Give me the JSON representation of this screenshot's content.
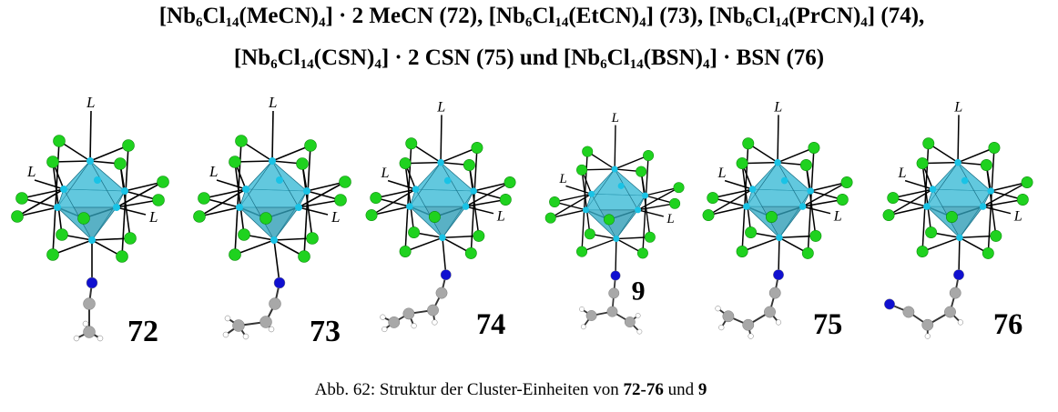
{
  "title": {
    "line1": [
      {
        "t": "[Nb"
      },
      {
        "t": "6",
        "sub": true
      },
      {
        "t": "Cl"
      },
      {
        "t": "14",
        "sub": true
      },
      {
        "t": "(MeCN)"
      },
      {
        "t": "4",
        "sub": true
      },
      {
        "t": "] · 2 MeCN (72), [Nb"
      },
      {
        "t": "6",
        "sub": true
      },
      {
        "t": "Cl"
      },
      {
        "t": "14",
        "sub": true
      },
      {
        "t": "(EtCN)"
      },
      {
        "t": "4",
        "sub": true
      },
      {
        "t": "] (73), [Nb"
      },
      {
        "t": "6",
        "sub": true
      },
      {
        "t": "Cl"
      },
      {
        "t": "14",
        "sub": true
      },
      {
        "t": "(PrCN)"
      },
      {
        "t": "4",
        "sub": true
      },
      {
        "t": "] (74),"
      }
    ],
    "line2": [
      {
        "t": "[Nb"
      },
      {
        "t": "6",
        "sub": true
      },
      {
        "t": "Cl"
      },
      {
        "t": "14",
        "sub": true
      },
      {
        "t": "(CSN)"
      },
      {
        "t": "4",
        "sub": true
      },
      {
        "t": "] · 2 CSN (75) und [Nb"
      },
      {
        "t": "6",
        "sub": true
      },
      {
        "t": "Cl"
      },
      {
        "t": "14",
        "sub": true
      },
      {
        "t": "(BSN)"
      },
      {
        "t": "4",
        "sub": true
      },
      {
        "t": "] · BSN (76)"
      }
    ]
  },
  "figure": {
    "ligand_symbol": "L",
    "structures": [
      {
        "label": "72"
      },
      {
        "label": "73"
      },
      {
        "label": "74"
      },
      {
        "label": "9"
      },
      {
        "label": "75"
      },
      {
        "label": "76"
      }
    ],
    "colors": {
      "niobium": "#19c3e6",
      "chlorine": "#1fd21f",
      "nitrogen": "#1010d0",
      "carbon": "#a8a8a8",
      "hydrogen": "#ffffff",
      "octahedron": "#3bb9d6"
    }
  },
  "caption": {
    "prefix": "Abb. 62: Struktur der Cluster-Einheiten von ",
    "bold1": "72-76",
    "mid": " und ",
    "bold2": "9"
  }
}
